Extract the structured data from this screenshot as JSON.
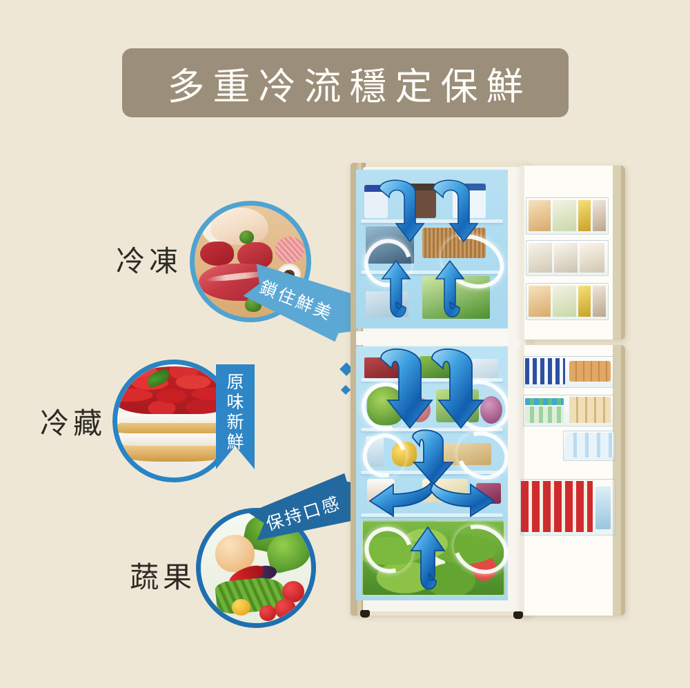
{
  "page": {
    "background_color": "#EFE7D6",
    "language": "zh-Hant"
  },
  "header": {
    "title": "多重冷流穩定保鮮",
    "banner_color": "#9B8E7B",
    "text_color": "#FFFDF7"
  },
  "categories": [
    {
      "id": "freezer",
      "label": "冷凍",
      "photo": "raw-meat-assortment-photo",
      "circle_border_color": "#4FA3D1"
    },
    {
      "id": "fridge",
      "label": "冷藏",
      "photo": "strawberry-layer-cake-photo",
      "circle_border_color": "#2884C4"
    },
    {
      "id": "vegetable",
      "label": "蔬果",
      "photo": "fresh-vegetables-photo",
      "circle_border_color": "#1F6FAF"
    }
  ],
  "ribbons": [
    {
      "id": "lock-freshness",
      "text": "鎖住鮮美",
      "color": "#5BA8D4",
      "direction": "down-right"
    },
    {
      "id": "original-fresh",
      "text": "原味新鮮",
      "color": "#2E86C6",
      "direction": "vertical"
    },
    {
      "id": "keep-texture",
      "text": "保持口感",
      "color": "#22699F",
      "direction": "up-right"
    }
  ],
  "refrigerator": {
    "name": "two-door-top-freezer-refrigerator",
    "body_color": "#C6B894",
    "interior_color": "#B7E0F2",
    "airflow_arrow_color": "#2F8FD8",
    "swirl_color": "#FFFFFF",
    "freezer": {
      "name": "freezer-compartment",
      "door_shelf_rows": 3,
      "door_items": [
        "frozen-pastry-box",
        "frozen-vegetable-box",
        "butter-box",
        "frozen-meal-box",
        "frozen-noodle-box",
        "frozen-dessert-box"
      ],
      "interior_items": [
        "ice-cream-tub",
        "ice-cream-tub",
        "ice-cream-tub",
        "frozen-seafood-pack",
        "frozen-waffle-pack",
        "frozen-green-tea-pack",
        "ice-tray"
      ],
      "arrows": [
        "down-curve-left",
        "down-curve-right",
        "up-curve-left",
        "up-curve-right"
      ],
      "swirls": [
        "left-ring",
        "right-ring"
      ]
    },
    "fridge": {
      "name": "refrigerator-compartment",
      "door_shelf_rows": 4,
      "door_items": [
        "milk-bottles",
        "egg-tray",
        "beverage-cans",
        "water-bottles",
        "tall-cans",
        "juice-cartons",
        "small-bottle"
      ],
      "interior_items": [
        "raw-meat-tray",
        "lettuce",
        "apples",
        "onion",
        "salad-bowl",
        "drinks",
        "eggs-dish",
        "leftover-container",
        "cheese-block",
        "crisper-vegetables"
      ],
      "arrows": [
        "down-big-left",
        "down-big-right",
        "down-mid-center",
        "left-spread",
        "right-spread",
        "up-crisper"
      ],
      "swirls": [
        "upper-ring",
        "mid-ring",
        "crisper-ring"
      ]
    }
  }
}
